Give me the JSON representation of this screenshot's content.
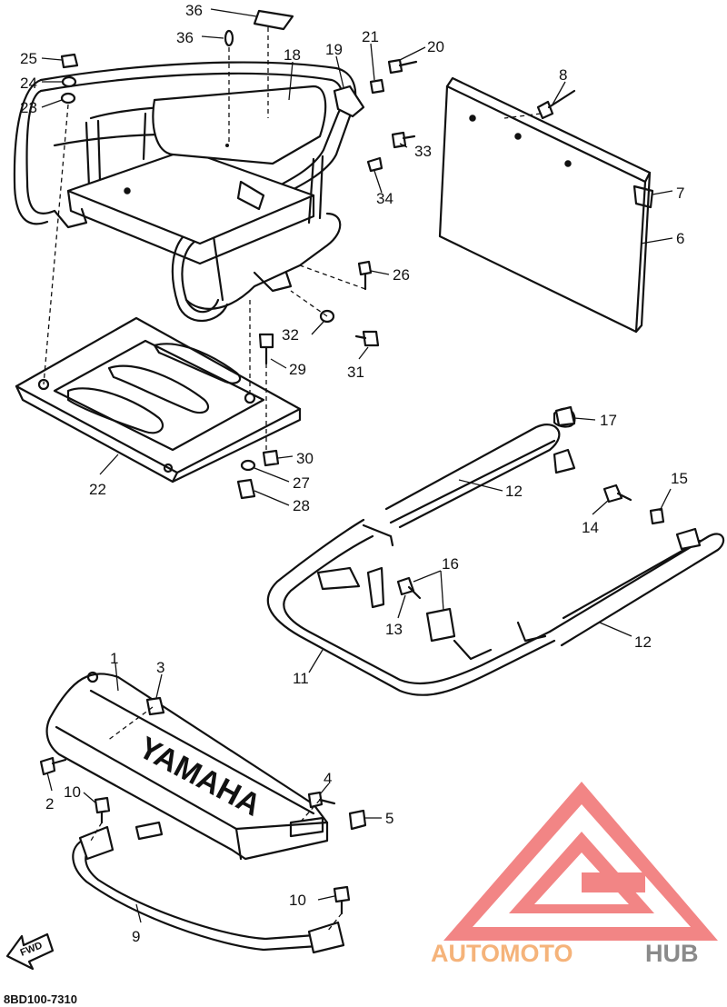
{
  "diagram": {
    "drawing_code": "8BD100-7310",
    "direction_label": "FWD",
    "bumper_lettering": "YAMAHA",
    "watermark": {
      "brand_part1": "AUTOMOTO",
      "brand_part2": "HUB",
      "color_part1": "#f5b37a",
      "color_part2": "#8a8a8a",
      "emblem_color": "#f07070"
    },
    "callouts": {
      "c1": "1",
      "c2": "2",
      "c3": "3",
      "c4": "4",
      "c5": "5",
      "c6": "6",
      "c7": "7",
      "c8": "8",
      "c9": "9",
      "c10a": "10",
      "c10b": "10",
      "c11": "11",
      "c12a": "12",
      "c12b": "12",
      "c13": "13",
      "c14": "14",
      "c15": "15",
      "c16": "16",
      "c17": "17",
      "c18": "18",
      "c19": "19",
      "c20": "20",
      "c21": "21",
      "c22": "22",
      "c23": "23",
      "c24": "24",
      "c25": "25",
      "c26": "26",
      "c27": "27",
      "c28": "28",
      "c29": "29",
      "c30": "30",
      "c31": "31",
      "c32": "32",
      "c33": "33",
      "c34": "34",
      "c36a": "36",
      "c36b": "36"
    }
  }
}
